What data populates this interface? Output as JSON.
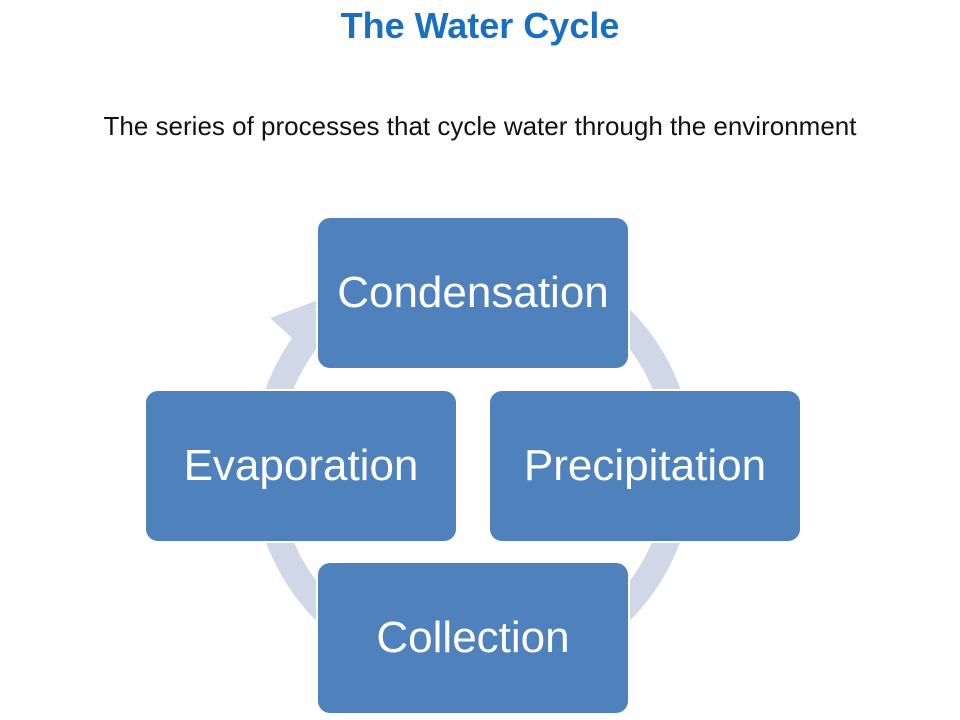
{
  "title": "The Water Cycle",
  "subtitle": "The series of processes that cycle water through the environment",
  "colors": {
    "title": "#1a6fc0",
    "node_fill": "#4f81bd",
    "node_text": "#ffffff",
    "ring": "#d0d8e8"
  },
  "cycle": {
    "nodes": [
      {
        "label": "Condensation"
      },
      {
        "label": "Precipitation"
      },
      {
        "label": "Collection"
      },
      {
        "label": "Evaporation"
      }
    ],
    "direction": "clockwise"
  }
}
